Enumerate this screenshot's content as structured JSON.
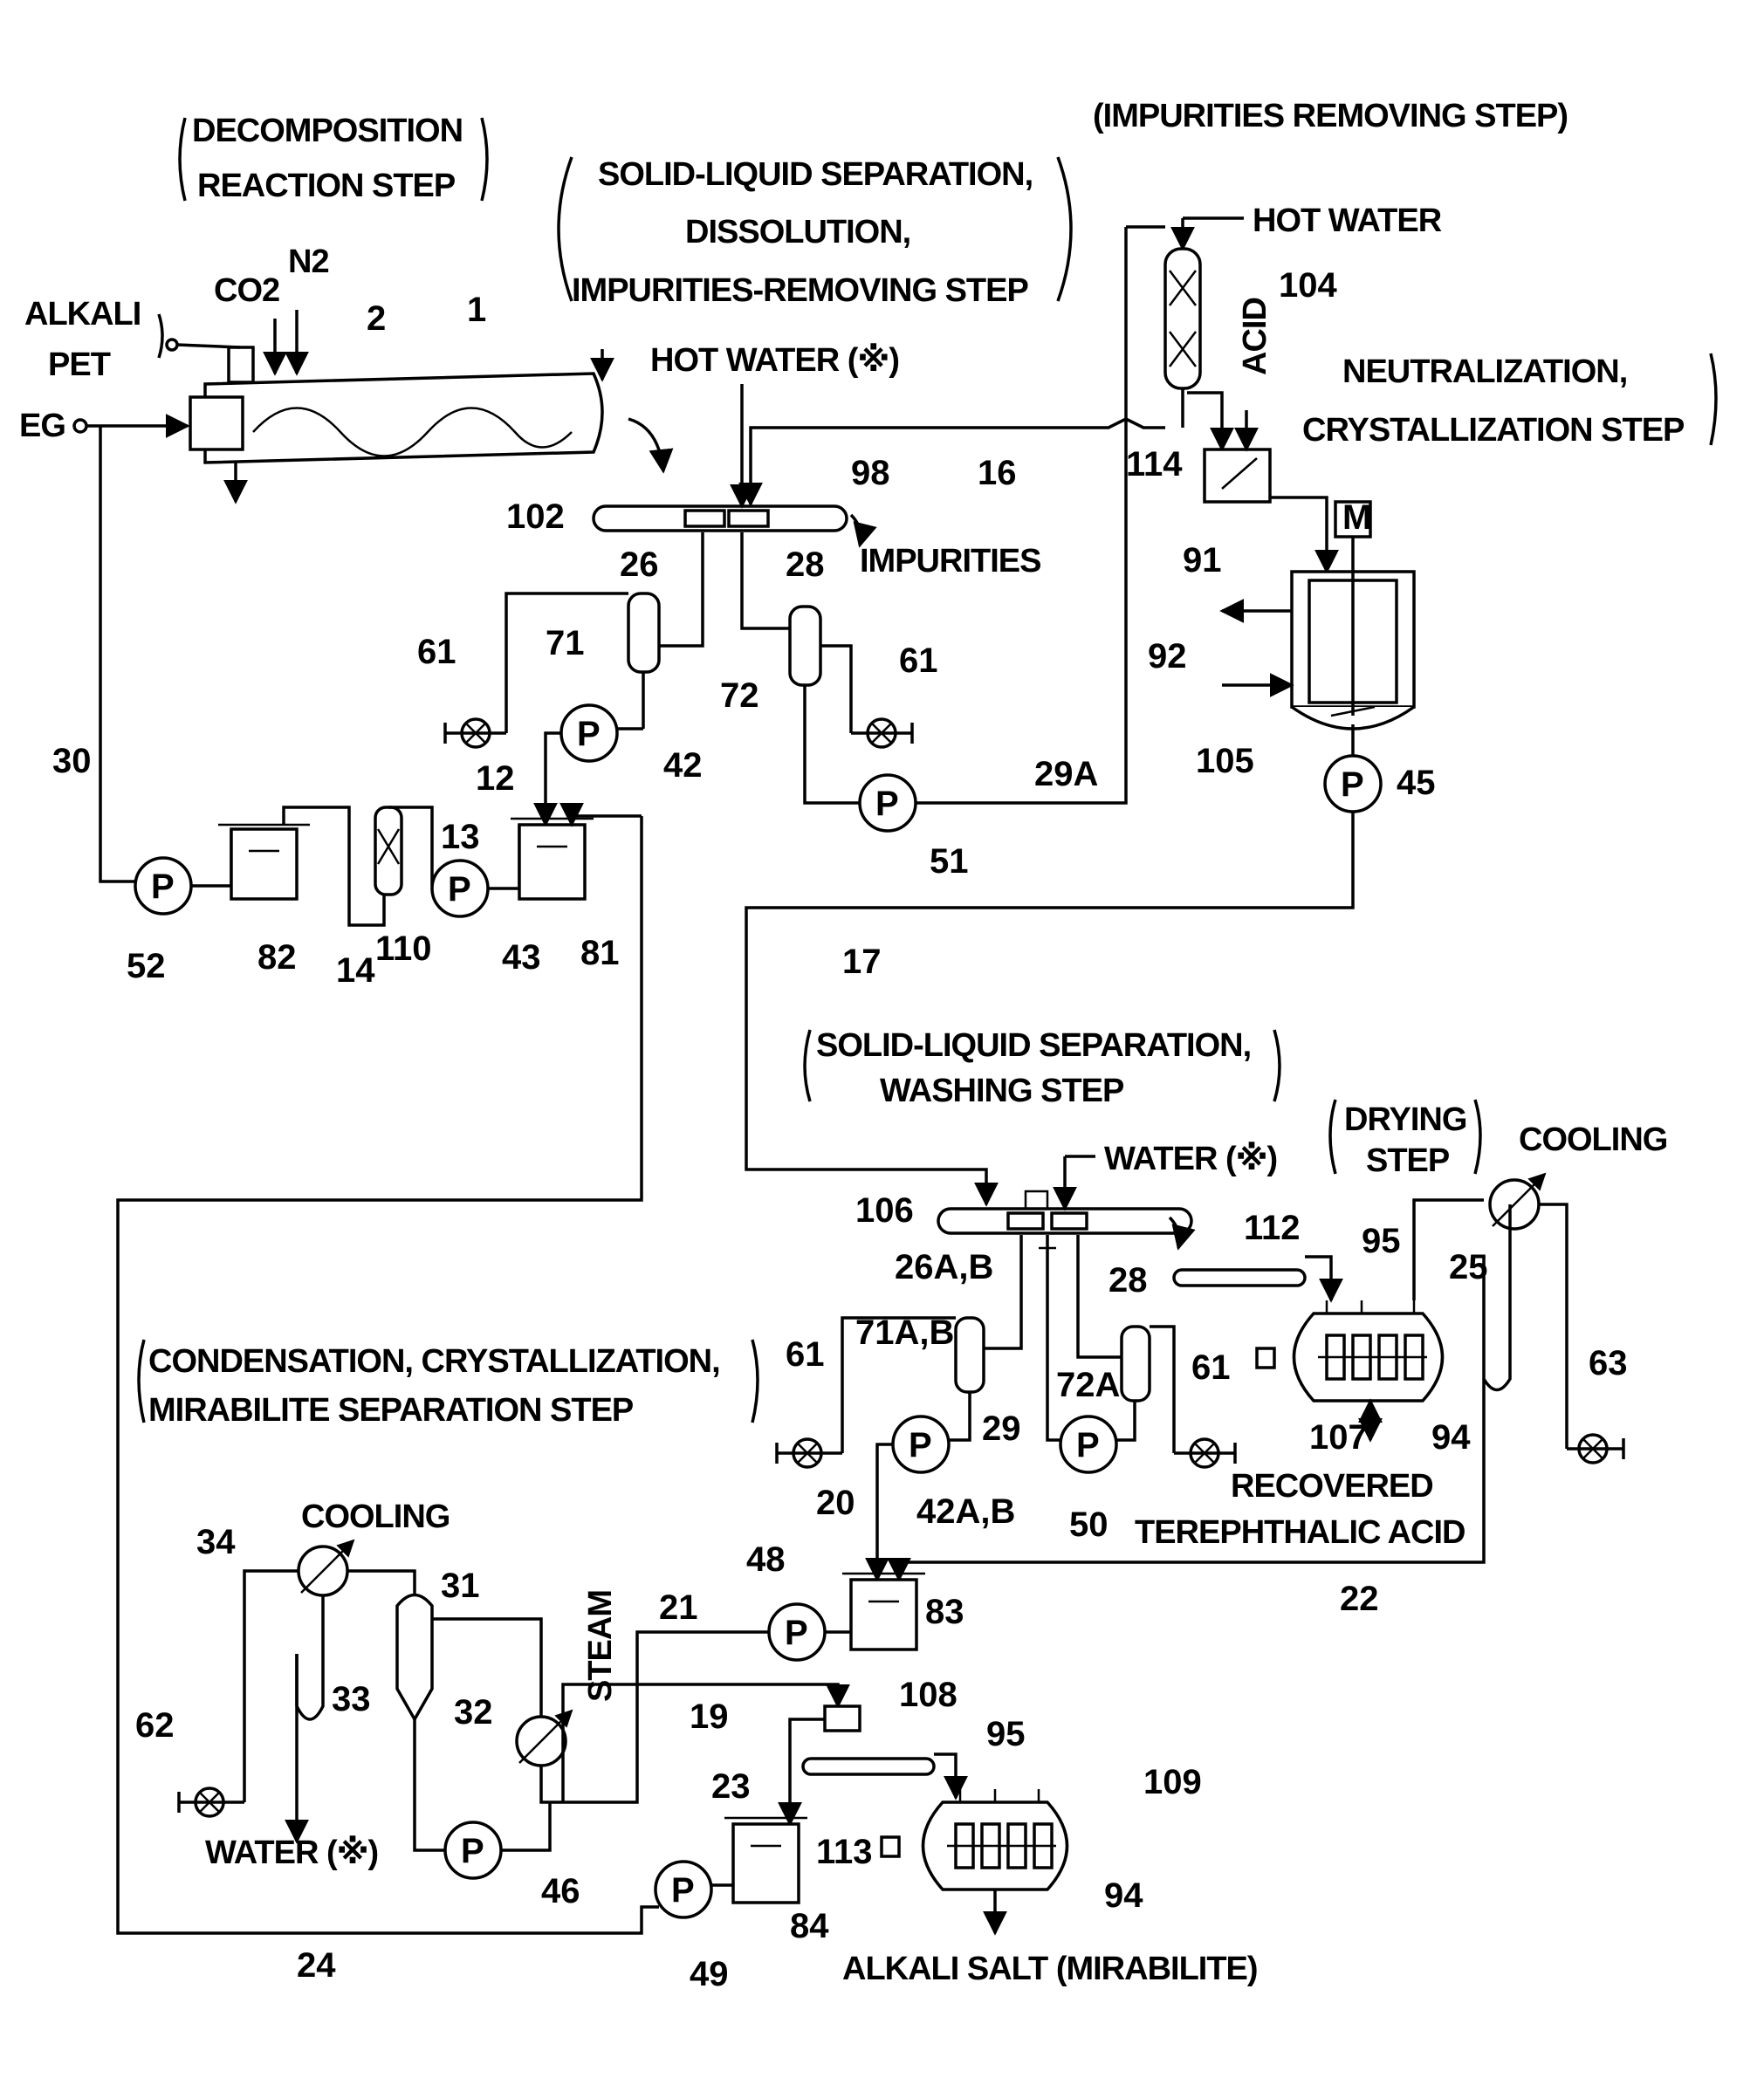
{
  "steps": {
    "decomposition": [
      "DECOMPOSITION",
      "REACTION STEP"
    ],
    "solid_liquid_1": [
      "SOLID-LIQUID SEPARATION,",
      "DISSOLUTION,",
      "IMPURITIES-REMOVING STEP"
    ],
    "impurities_removing": "(IMPURITIES REMOVING STEP)",
    "neutralization": [
      "NEUTRALIZATION,",
      "CRYSTALLIZATION STEP"
    ],
    "solid_liquid_2": [
      "SOLID-LIQUID SEPARATION,",
      "WASHING STEP"
    ],
    "drying": [
      "DRYING",
      "STEP"
    ],
    "condensation": [
      "CONDENSATION, CRYSTALLIZATION,",
      "MIRABILITE SEPARATION STEP"
    ]
  },
  "streams": {
    "alkali": "ALKALI",
    "pet": "PET",
    "eg": "EG",
    "co2": "CO2",
    "n2": "N2",
    "hot_water_note": "HOT WATER (※)",
    "hot_water": "HOT WATER",
    "acid": "ACID",
    "impurities": "IMPURITIES",
    "water_note": "WATER (※)",
    "cooling_top": "COOLING",
    "cooling_bottom": "COOLING",
    "steam": "STEAM",
    "water_out": "WATER (※)",
    "recovered": [
      "RECOVERED",
      "TEREPHTHALIC ACID"
    ],
    "alkali_salt": "ALKALI SALT (MIRABILITE)",
    "motor": "M",
    "pump": "P"
  },
  "refs": {
    "r1": "1",
    "r2": "2",
    "r102": "102",
    "r98": "98",
    "r26": "26",
    "r28": "28",
    "r16": "16",
    "r114": "114",
    "r104": "104",
    "r71": "71",
    "r72": "72",
    "r61a": "61",
    "r61b": "61",
    "r42": "42",
    "r12": "12",
    "r13": "13",
    "r29a": "29A",
    "r51": "51",
    "r30": "30",
    "r52": "52",
    "r82": "82",
    "r14": "14",
    "r110": "110",
    "r43": "43",
    "r81": "81",
    "r91": "91",
    "r92": "92",
    "r105": "105",
    "r45": "45",
    "r17": "17",
    "r106": "106",
    "r26ab": "26A,B",
    "r28b": "28",
    "r112": "112",
    "r95a": "95",
    "r25": "25",
    "r71ab": "71A,B",
    "r72a": "72A",
    "r61c": "61",
    "r61d": "61",
    "r29": "29",
    "r107": "107",
    "r94a": "94",
    "r63": "63",
    "r20": "20",
    "r42ab": "42A,B",
    "r50": "50",
    "r22": "22",
    "r48": "48",
    "r83": "83",
    "r21": "21",
    "r34": "34",
    "r31": "31",
    "r33": "33",
    "r32": "32",
    "r62": "62",
    "r19": "19",
    "r108": "108",
    "r23": "23",
    "r95b": "95",
    "r109": "109",
    "r113": "113",
    "r46": "46",
    "r84": "84",
    "r94b": "94",
    "r49": "49",
    "r24": "24"
  }
}
